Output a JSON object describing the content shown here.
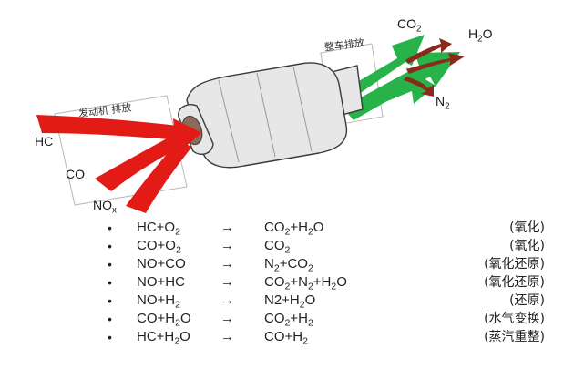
{
  "labels": {
    "engine_exhaust": "发动机 排放",
    "vehicle_exhaust": "整车排放",
    "hc": "HC",
    "co": "CO",
    "nox": {
      "base": "NO",
      "sub": "x"
    },
    "co2": {
      "base": "CO",
      "sub": "2"
    },
    "h2o": {
      "pre": "H",
      "sub": "2",
      "post": "O"
    },
    "n2": {
      "base": "N",
      "sub": "2"
    }
  },
  "colors": {
    "inlet_arrows": "#e31b17",
    "outlet_arrows": "#27b24a",
    "outlet_thin_arrows": "#8b2a1a",
    "converter_body": "#e7e7e7"
  },
  "reactions": [
    {
      "bullet": "•",
      "lhs": [
        "HC+O",
        {
          "sub": "2"
        }
      ],
      "arrow": "→",
      "rhs": [
        "CO",
        {
          "sub": "2"
        },
        "+H",
        {
          "sub": "2"
        },
        "O"
      ],
      "type": "(氧化)"
    },
    {
      "bullet": "•",
      "lhs": [
        "CO+O",
        {
          "sub": "2"
        }
      ],
      "arrow": "→",
      "rhs": [
        "CO",
        {
          "sub": "2"
        }
      ],
      "type": "(氧化)"
    },
    {
      "bullet": "•",
      "lhs": [
        "NO+CO"
      ],
      "arrow": "→",
      "rhs": [
        "N",
        {
          "sub": "2"
        },
        "+CO",
        {
          "sub": "2"
        }
      ],
      "type": "(氧化还原)"
    },
    {
      "bullet": "•",
      "lhs": [
        "NO+HC"
      ],
      "arrow": "→",
      "rhs": [
        "CO",
        {
          "sub": "2"
        },
        "+N",
        {
          "sub": "2"
        },
        "+H",
        {
          "sub": "2"
        },
        "O"
      ],
      "type": "(氧化还原)"
    },
    {
      "bullet": "•",
      "lhs": [
        "NO+H",
        {
          "sub": "2"
        }
      ],
      "arrow": "→",
      "rhs": [
        "N2+H",
        {
          "sub": "2"
        },
        "O"
      ],
      "type": "(还原)"
    },
    {
      "bullet": "•",
      "lhs": [
        "CO+H",
        {
          "sub": "2"
        },
        "O"
      ],
      "arrow": "→",
      "rhs": [
        "CO",
        {
          "sub": "2"
        },
        "+H",
        {
          "sub": "2"
        }
      ],
      "type": "(水气变换)"
    },
    {
      "bullet": "•",
      "lhs": [
        "HC+H",
        {
          "sub": "2"
        },
        "O"
      ],
      "arrow": "→",
      "rhs": [
        "CO+H",
        {
          "sub": "2"
        }
      ],
      "type": "(蒸汽重整)"
    }
  ]
}
